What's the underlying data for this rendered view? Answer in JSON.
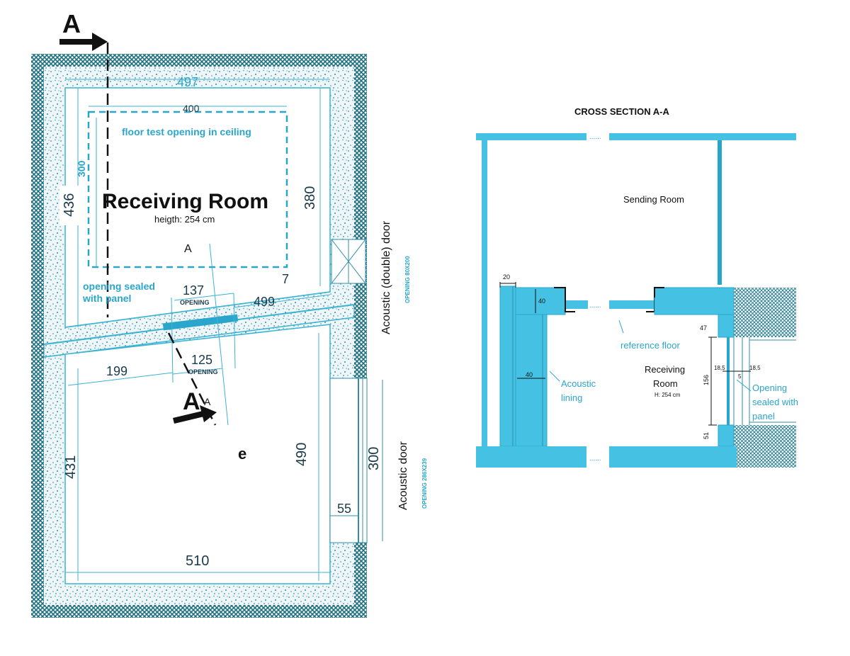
{
  "colors": {
    "section_fill": "#45c1e3",
    "section_dark": "#2aa6cc",
    "hatch": "#1e6f80",
    "plan_line": "#3bb3d3",
    "text_dark": "#1b3a4a",
    "text_blue": "#2aa6cc"
  },
  "plan": {
    "section_marker_top": "A",
    "section_marker_bottom": "A",
    "section_marker_small_1": "A",
    "section_marker_small_2": "A",
    "dim_top_width": "497",
    "dim_opening_width": "400",
    "opening_label": "floor test opening in ceiling",
    "dim_opening_depth": "300",
    "dim_room_depth": "436",
    "dim_inner_right": "380",
    "room_title": "Receiving Room",
    "room_height": "heigth: 254 cm",
    "sealed_label_line1": "opening sealed",
    "sealed_label_line2": "with panel",
    "dim_137": "137",
    "opening_tag_1": "OPENING",
    "dim_7": "7",
    "dim_499": "499",
    "dim_125": "125",
    "opening_tag_2": "OPENING",
    "dim_199": "199",
    "dim_431": "431",
    "dim_490": "490",
    "dim_300_door": "300",
    "dim_55": "55",
    "dim_510": "510",
    "stray_letter": "e",
    "door_top_label": "Acoustic (double) door",
    "door_top_opening": "OPENING 80X200",
    "door_bottom_label": "Acoustic door",
    "door_bottom_opening": "OPENING 286X239"
  },
  "section": {
    "title": "CROSS SECTION A-A",
    "sending_room": "Sending Room",
    "dim_20": "20",
    "dim_40_top": "40",
    "dim_40_side": "40",
    "acoustic_lining_1": "Acoustic",
    "acoustic_lining_2": "lining",
    "reference_floor": "reference floor",
    "receiving_1": "Receiving",
    "receiving_2": "Room",
    "receiving_height": "H: 254 cm",
    "dim_47": "47",
    "dim_156": "156",
    "dim_51": "51",
    "dim_185_left": "18,5",
    "dim_185_right": "18,5",
    "dim_5": "5",
    "sealed_1": "Opening",
    "sealed_2": "sealed with",
    "sealed_3": "panel",
    "break_dots": "......"
  }
}
